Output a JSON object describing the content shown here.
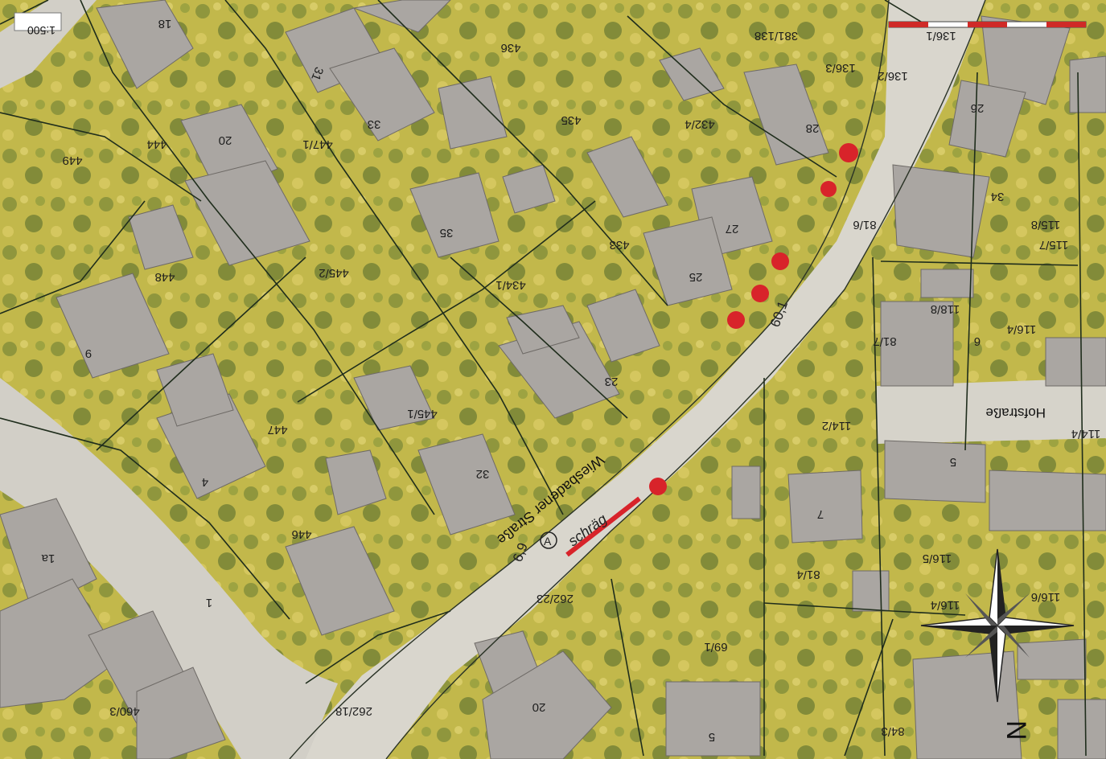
{
  "scale": "1:500",
  "street_main": "Wiesbadener Straße",
  "street_side": "Hofstraße",
  "north_label": "N",
  "annotation": {
    "marker": "A",
    "handwritten": "schräg"
  },
  "dimensions": [
    "6,9",
    "60,1"
  ],
  "parcels": [
    "18",
    "31",
    "436",
    "381/138",
    "136/1",
    "136/3",
    "136/2",
    "33",
    "435",
    "432/4",
    "28",
    "26",
    "449",
    "444",
    "20",
    "447/1",
    "34",
    "115/8",
    "35",
    "433",
    "27",
    "81/6",
    "115/7",
    "448",
    "445/2",
    "434/1",
    "25",
    "118/8",
    "116/4",
    "9",
    "6",
    "23",
    "81/7",
    "447",
    "445/1",
    "114/2",
    "114/4",
    "4",
    "32",
    "5",
    "446",
    "7",
    "116/5",
    "1a",
    "262/23",
    "81/4",
    "116/4",
    "116/6",
    "1",
    "69/1",
    "460/3",
    "262/18",
    "20",
    "5",
    "84/3"
  ],
  "colors": {
    "roof": "#a9a5a2",
    "vegetation": "#c4b849",
    "road": "#d8d6cf",
    "parcel_line": "#1f2d1c",
    "marking": "#d8232a",
    "scale_red": "#cf2a27"
  }
}
